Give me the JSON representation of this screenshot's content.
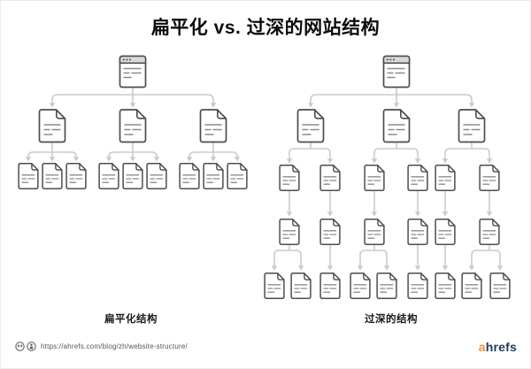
{
  "title": "扁平化 vs. 过深的网站结构",
  "left_tree": {
    "label": "扁平化结构",
    "type": "flat",
    "depth": 3,
    "levels": [
      1,
      3,
      9
    ],
    "root": "homepage",
    "children_per_branch": 3
  },
  "right_tree": {
    "label": "过深的结构",
    "type": "deep",
    "depth": 5,
    "levels": [
      1,
      3,
      6,
      6,
      9
    ]
  },
  "icons": {
    "root_node": "homepage-browser-icon",
    "page_node": "page-document-icon",
    "license": [
      "creative-commons-icon",
      "attribution-person-icon"
    ]
  },
  "footer": {
    "url": "https://ahrefs.com/blog/zh/website-structure/",
    "logo_prefix": "a",
    "logo_suffix": "hrefs"
  },
  "colors": {
    "icon_outline": "#4d4d4d",
    "icon_lines": "#8c8c8c",
    "browser_bar": "#d9d9d9",
    "connector": "#cbcbcb",
    "title_text": "#0d0d0d",
    "url_text": "#555555",
    "logo_orange": "#f6912e",
    "logo_navy": "#1d3b5c",
    "background": "#ffffff"
  }
}
